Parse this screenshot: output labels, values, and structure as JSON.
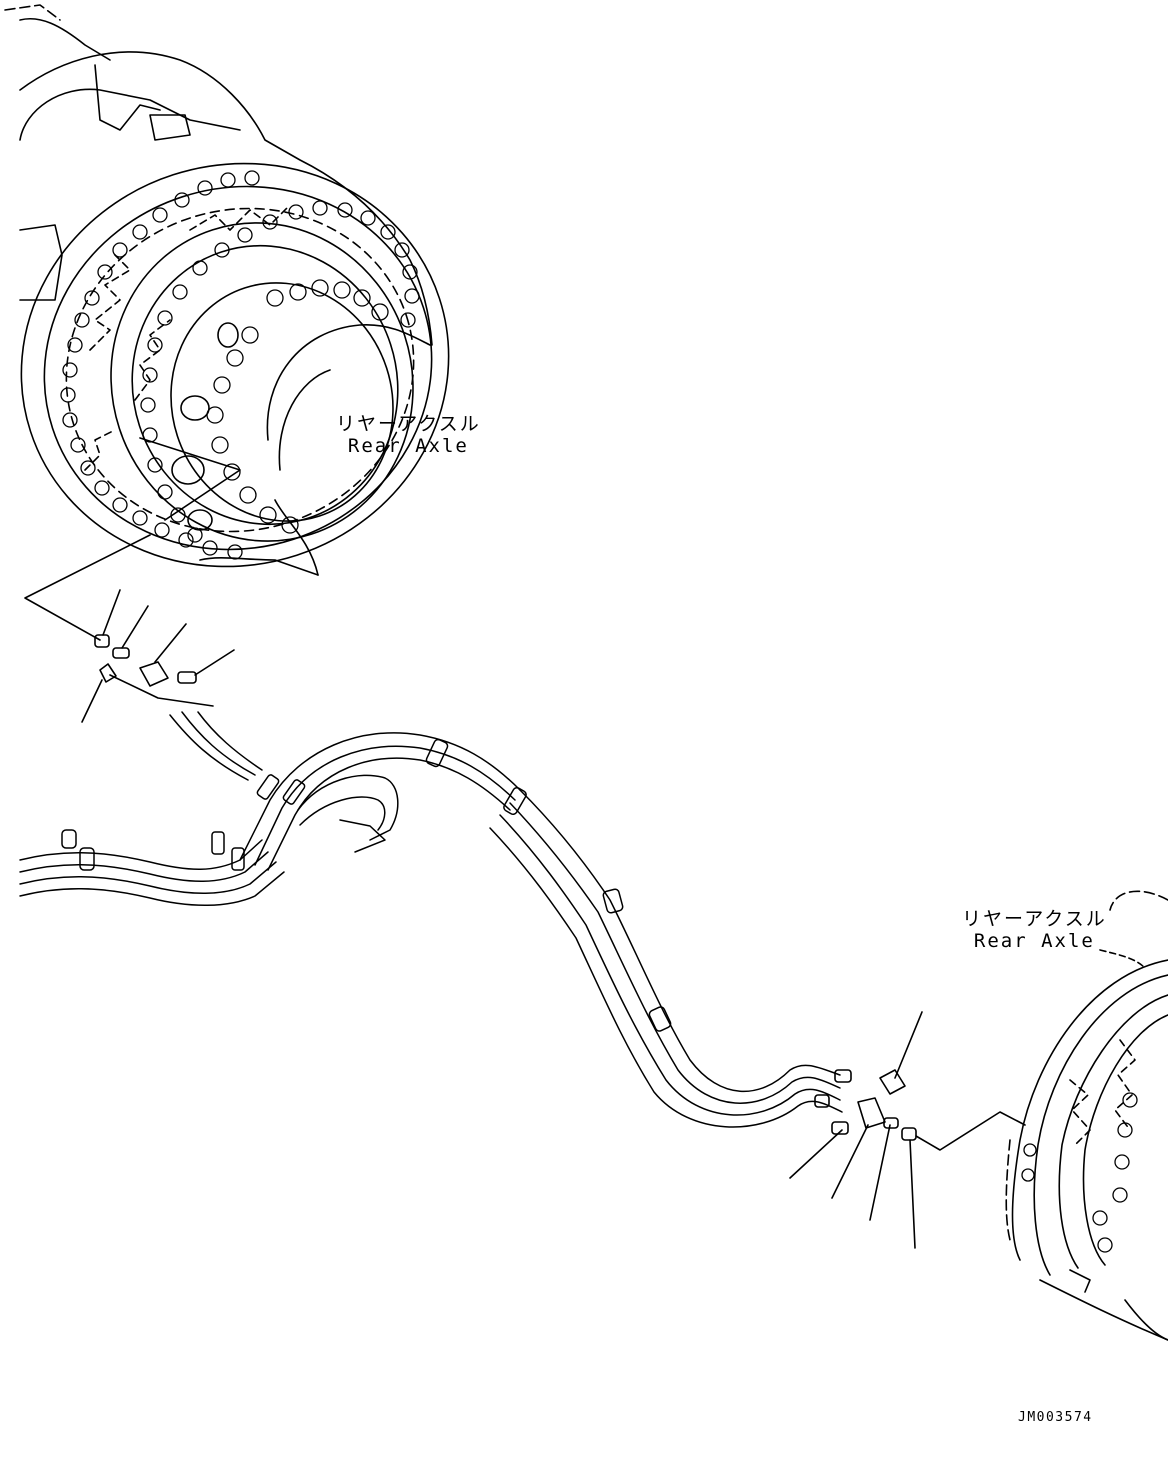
{
  "labels": {
    "axle_upper": {
      "jp": "リヤーアクスル",
      "en": "Rear Axle"
    },
    "axle_lower": {
      "jp": "リヤーアクスル",
      "en": "Rear Axle"
    }
  },
  "drawing_code": "JM003574",
  "colors": {
    "line": "#000000",
    "background": "#ffffff"
  }
}
